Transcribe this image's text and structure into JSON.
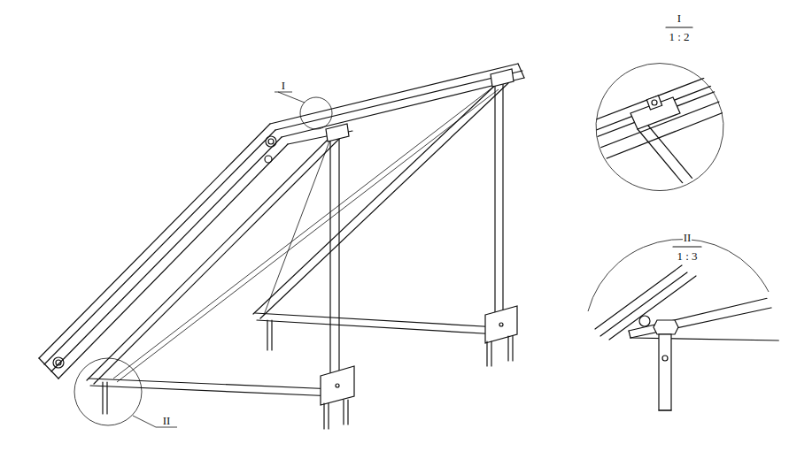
{
  "diagram": {
    "labels": [
      "I",
      "II",
      "I",
      "1 : 2",
      "II",
      "1 : 3"
    ]
  }
}
